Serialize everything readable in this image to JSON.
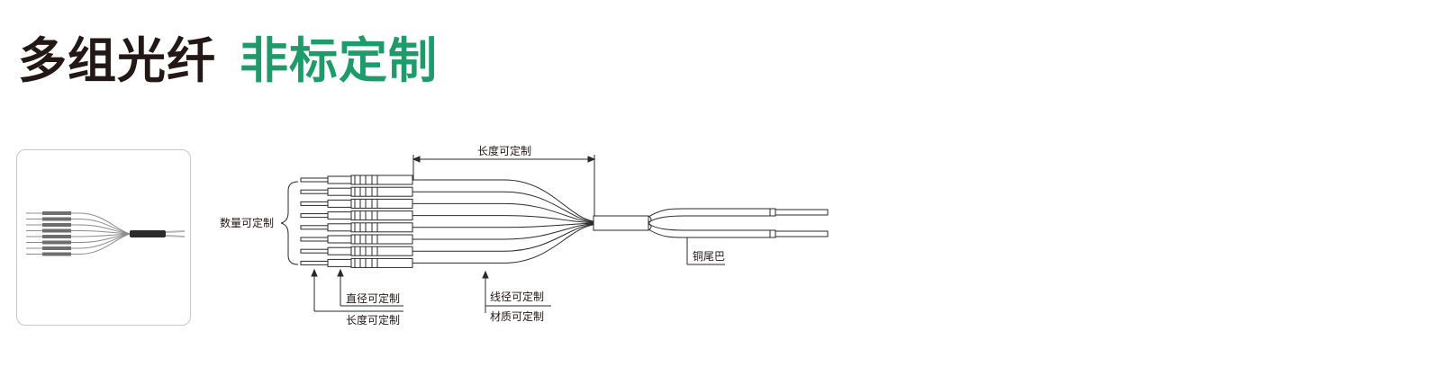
{
  "title": {
    "part1": "多组光纤",
    "part2": "非标定制",
    "part2_color": "#1f9a6b"
  },
  "photo": {
    "icon": "fiber-assembly-photo-icon"
  },
  "diagram": {
    "fiber_count": 8,
    "labels": {
      "length_top": "长度可定制",
      "quantity": "数量可定制",
      "diameter": "直径可定制",
      "length_bottom": "长度可定制",
      "wire_diameter": "线径可定制",
      "material": "材质可定制",
      "copper_tail": "铜尾巴"
    }
  }
}
